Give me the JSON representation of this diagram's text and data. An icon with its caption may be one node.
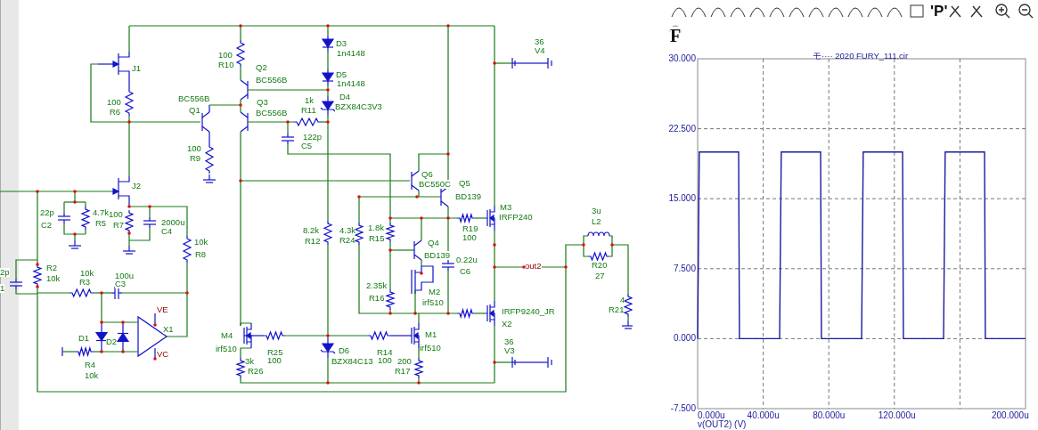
{
  "diagram": {
    "labels": [
      "100",
      "R10",
      "D3",
      "1n4148",
      "36",
      "V4",
      "J1",
      "Q2",
      "BC556B",
      "D5",
      "1n4148",
      "100",
      "R6",
      "BC556B",
      "Q1",
      "Q3",
      "BC556B",
      "1k",
      "R11",
      "D4",
      "BZX84C3V3",
      "122p",
      "C5",
      "100",
      "R9",
      "Q6",
      "BC550C",
      "Q5",
      "BD139",
      "J2",
      "22p",
      "C2",
      "4.7k",
      "R5",
      "100",
      "R7",
      "2000u",
      "C4",
      "M3",
      "IRFP240",
      "3u",
      "L2",
      "10k",
      "R8",
      "8.2k",
      "R12",
      "4.3k",
      "R24",
      "1.8k",
      "R15",
      "R19",
      "100",
      "Q4",
      "BD139",
      "0.22u",
      "C6",
      "R2",
      "10k",
      "2p",
      "1",
      "10k",
      "R3",
      "100u",
      "C3",
      "out2",
      "R20",
      "27",
      "2.35k",
      "R16",
      "M2",
      "irf510",
      "4",
      "R21",
      "VE",
      "X1",
      "D1",
      "D2",
      "M4",
      "irf510",
      "IRFP9240_JR",
      "X2",
      "M1",
      "irf510",
      "R25",
      "100",
      "VC",
      "3k",
      "R26",
      "D6",
      "BZX84C13",
      "R14",
      "100",
      "36",
      "V3",
      "200",
      "R17",
      "R4",
      "10k",
      "'P'",
      "F"
    ],
    "chart_data": {
      "type": "line",
      "title": "モ···· 2020 FURY_111.cir",
      "grid": true,
      "x": [
        0,
        1,
        25,
        25.5,
        50,
        51,
        75,
        75.5,
        100,
        101,
        125,
        125.5,
        150,
        151,
        175,
        175.5,
        200
      ],
      "series": [
        {
          "name": "v(OUT2) (V)",
          "color": "#1a1aa0",
          "values": [
            0,
            20,
            20,
            0,
            0,
            20,
            20,
            0,
            0,
            20,
            20,
            0,
            0,
            20,
            20,
            0,
            0
          ]
        }
      ],
      "xlim": [
        0,
        200
      ],
      "ylim": [
        -7.5,
        30
      ],
      "xticks": [
        {
          "value": 0,
          "label": "0.000u"
        },
        {
          "value": 40,
          "label": "40.000u"
        },
        {
          "value": 80,
          "label": "80.000u"
        },
        {
          "value": 120,
          "label": "120.000u"
        },
        {
          "value": 200,
          "label": "200.000u"
        }
      ],
      "yticks": [
        {
          "value": -7.5,
          "label": "-7.500"
        },
        {
          "value": 0,
          "label": "0.000"
        },
        {
          "value": 7.5,
          "label": "7.500"
        },
        {
          "value": 15,
          "label": "15.000"
        },
        {
          "value": 22.5,
          "label": "22.500"
        },
        {
          "value": 30,
          "label": "30.000"
        }
      ]
    }
  }
}
